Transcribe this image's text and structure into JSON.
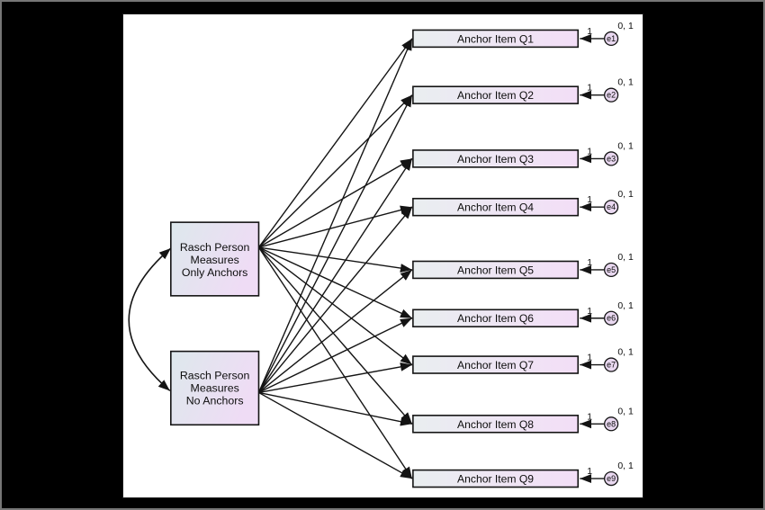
{
  "colors": {
    "background": "#000000",
    "surface": "#ffffff",
    "stroke": "#141414",
    "item_grad_left": "#e9eef0",
    "item_grad_right": "#f3def7",
    "latent_grad_start": "#dde8ec",
    "latent_grad_end": "#efdcf5",
    "error_fill": "#e9d8f0"
  },
  "latents": [
    {
      "lines": [
        "Rasch Person",
        "Measures",
        "Only Anchors"
      ]
    },
    {
      "lines": [
        "Rasch Person",
        "Measures",
        "No Anchors"
      ]
    }
  ],
  "items": [
    {
      "label": "Anchor Item Q1",
      "error": "e1",
      "variance": "0, 1",
      "loading": "1"
    },
    {
      "label": "Anchor Item Q2",
      "error": "e2",
      "variance": "0, 1",
      "loading": "1"
    },
    {
      "label": "Anchor Item Q3",
      "error": "e3",
      "variance": "0, 1",
      "loading": "1"
    },
    {
      "label": "Anchor Item Q4",
      "error": "e4",
      "variance": "0, 1",
      "loading": "1"
    },
    {
      "label": "Anchor Item Q5",
      "error": "e5",
      "variance": "0, 1",
      "loading": "1"
    },
    {
      "label": "Anchor Item Q6",
      "error": "e6",
      "variance": "0, 1",
      "loading": "1"
    },
    {
      "label": "Anchor Item Q7",
      "error": "e7",
      "variance": "0, 1",
      "loading": "1"
    },
    {
      "label": "Anchor Item Q8",
      "error": "e8",
      "variance": "0, 1",
      "loading": "1"
    },
    {
      "label": "Anchor Item Q9",
      "error": "e9",
      "variance": "0, 1",
      "loading": "1"
    }
  ],
  "relations": {
    "only_anchors_targets": [
      "Q1",
      "Q2",
      "Q3",
      "Q4",
      "Q5",
      "Q6",
      "Q7",
      "Q8",
      "Q9"
    ],
    "no_anchors_targets": [
      "Q1",
      "Q2",
      "Q3",
      "Q4",
      "Q5",
      "Q6",
      "Q7",
      "Q8",
      "Q9"
    ],
    "covariance_between_latents": true
  }
}
